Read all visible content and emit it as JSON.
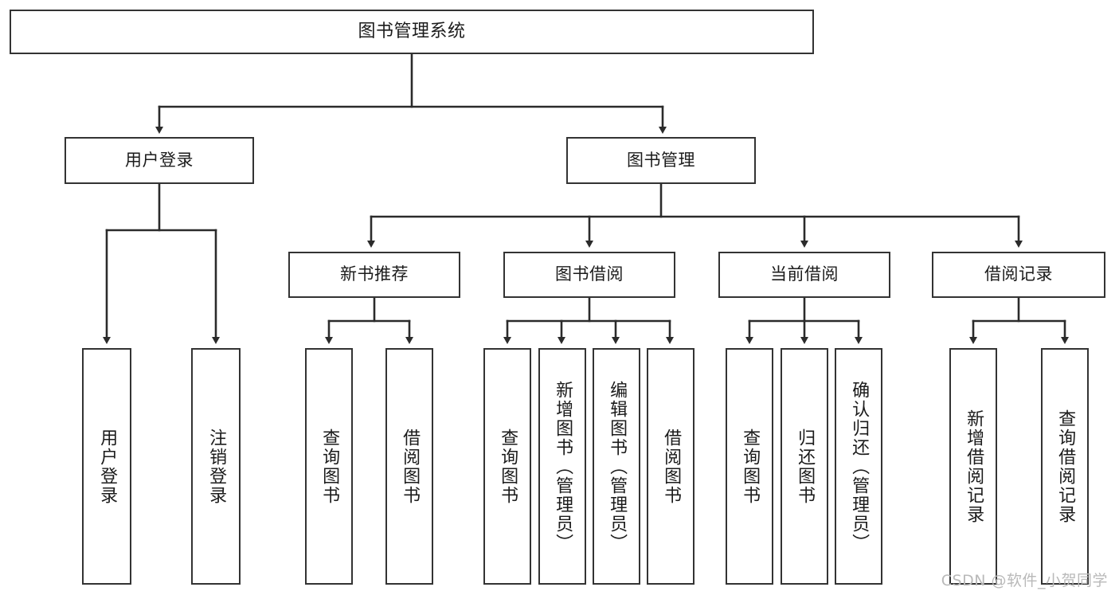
{
  "diagram": {
    "title_text": "图书管理系统",
    "type": "hierarchy-tree",
    "watermark": "CSDN @软件_小贺同学",
    "colors": {
      "background": "#ffffff",
      "box_border": "#333333",
      "box_fill": "#ffffff",
      "text": "#1b1b1b",
      "connector": "#2b2b2b",
      "watermark": "#b9b9b9"
    },
    "levels": {
      "level0": [
        {
          "id": "root",
          "label": "图书管理系统"
        }
      ],
      "level1": [
        {
          "id": "user-login",
          "label": "用户登录"
        },
        {
          "id": "book-manage",
          "label": "图书管理"
        }
      ],
      "level2": [
        {
          "id": "new-book-recommend",
          "label": "新书推荐"
        },
        {
          "id": "book-borrow",
          "label": "图书借阅"
        },
        {
          "id": "current-borrow",
          "label": "当前借阅"
        },
        {
          "id": "borrow-record",
          "label": "借阅记录"
        }
      ],
      "level3": [
        {
          "id": "leaf-user-login",
          "label": "用户登录",
          "parent": "user-login"
        },
        {
          "id": "leaf-logout-login",
          "label": "注销登录",
          "parent": "user-login"
        },
        {
          "id": "leaf-query-book-1",
          "label": "查询图书",
          "parent": "new-book-recommend"
        },
        {
          "id": "leaf-borrow-book-1",
          "label": "借阅图书",
          "parent": "new-book-recommend"
        },
        {
          "id": "leaf-query-book-2",
          "label": "查询图书",
          "parent": "book-borrow"
        },
        {
          "id": "leaf-add-book",
          "label": "新增图书（管理员）",
          "parent": "book-borrow"
        },
        {
          "id": "leaf-edit-book",
          "label": "编辑图书（管理员）",
          "parent": "book-borrow"
        },
        {
          "id": "leaf-borrow-book-2",
          "label": "借阅图书",
          "parent": "book-borrow"
        },
        {
          "id": "leaf-query-book-3",
          "label": "查询图书",
          "parent": "current-borrow"
        },
        {
          "id": "leaf-return-book",
          "label": "归还图书",
          "parent": "current-borrow"
        },
        {
          "id": "leaf-confirm-return",
          "label": "确认归还（管理员）",
          "parent": "current-borrow"
        },
        {
          "id": "leaf-add-record",
          "label": "新增借阅记录",
          "parent": "borrow-record"
        },
        {
          "id": "leaf-query-record",
          "label": "查询借阅记录",
          "parent": "borrow-record"
        }
      ]
    }
  }
}
